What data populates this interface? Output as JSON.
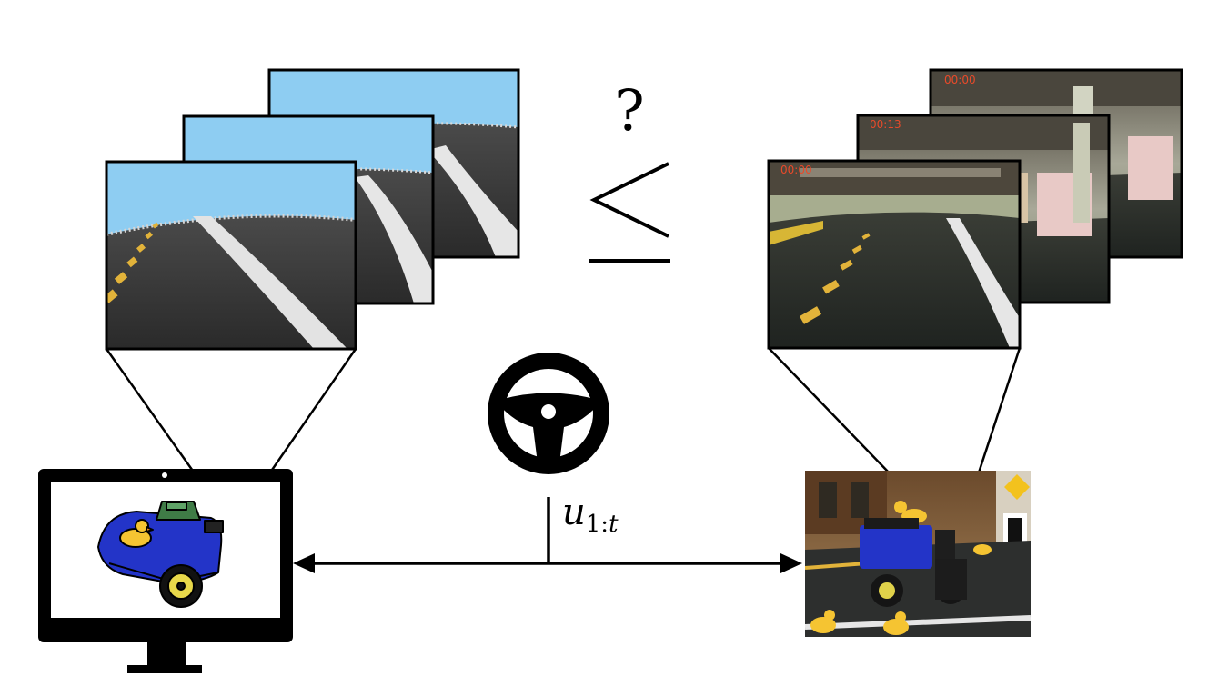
{
  "diagram": {
    "comparison_symbol": "≤",
    "question_mark": "?",
    "control_label": {
      "base": "u",
      "subscript": "1:",
      "subscript_var": "t"
    },
    "real_frame_timestamps": [
      "00:00",
      "00:13",
      "00:00"
    ],
    "colors": {
      "sky": "#8ecdf2",
      "road": "#2e2e2e",
      "lane_white": "#e3e3e3",
      "lane_yellow": "#e2b33a",
      "robot_blue": "#2334c8",
      "robot_green": "#3f7b46",
      "duck_yellow": "#f5c432",
      "duck_orange": "#f08a1a",
      "osd_red": "#e84a2a",
      "ink": "#000000"
    }
  }
}
